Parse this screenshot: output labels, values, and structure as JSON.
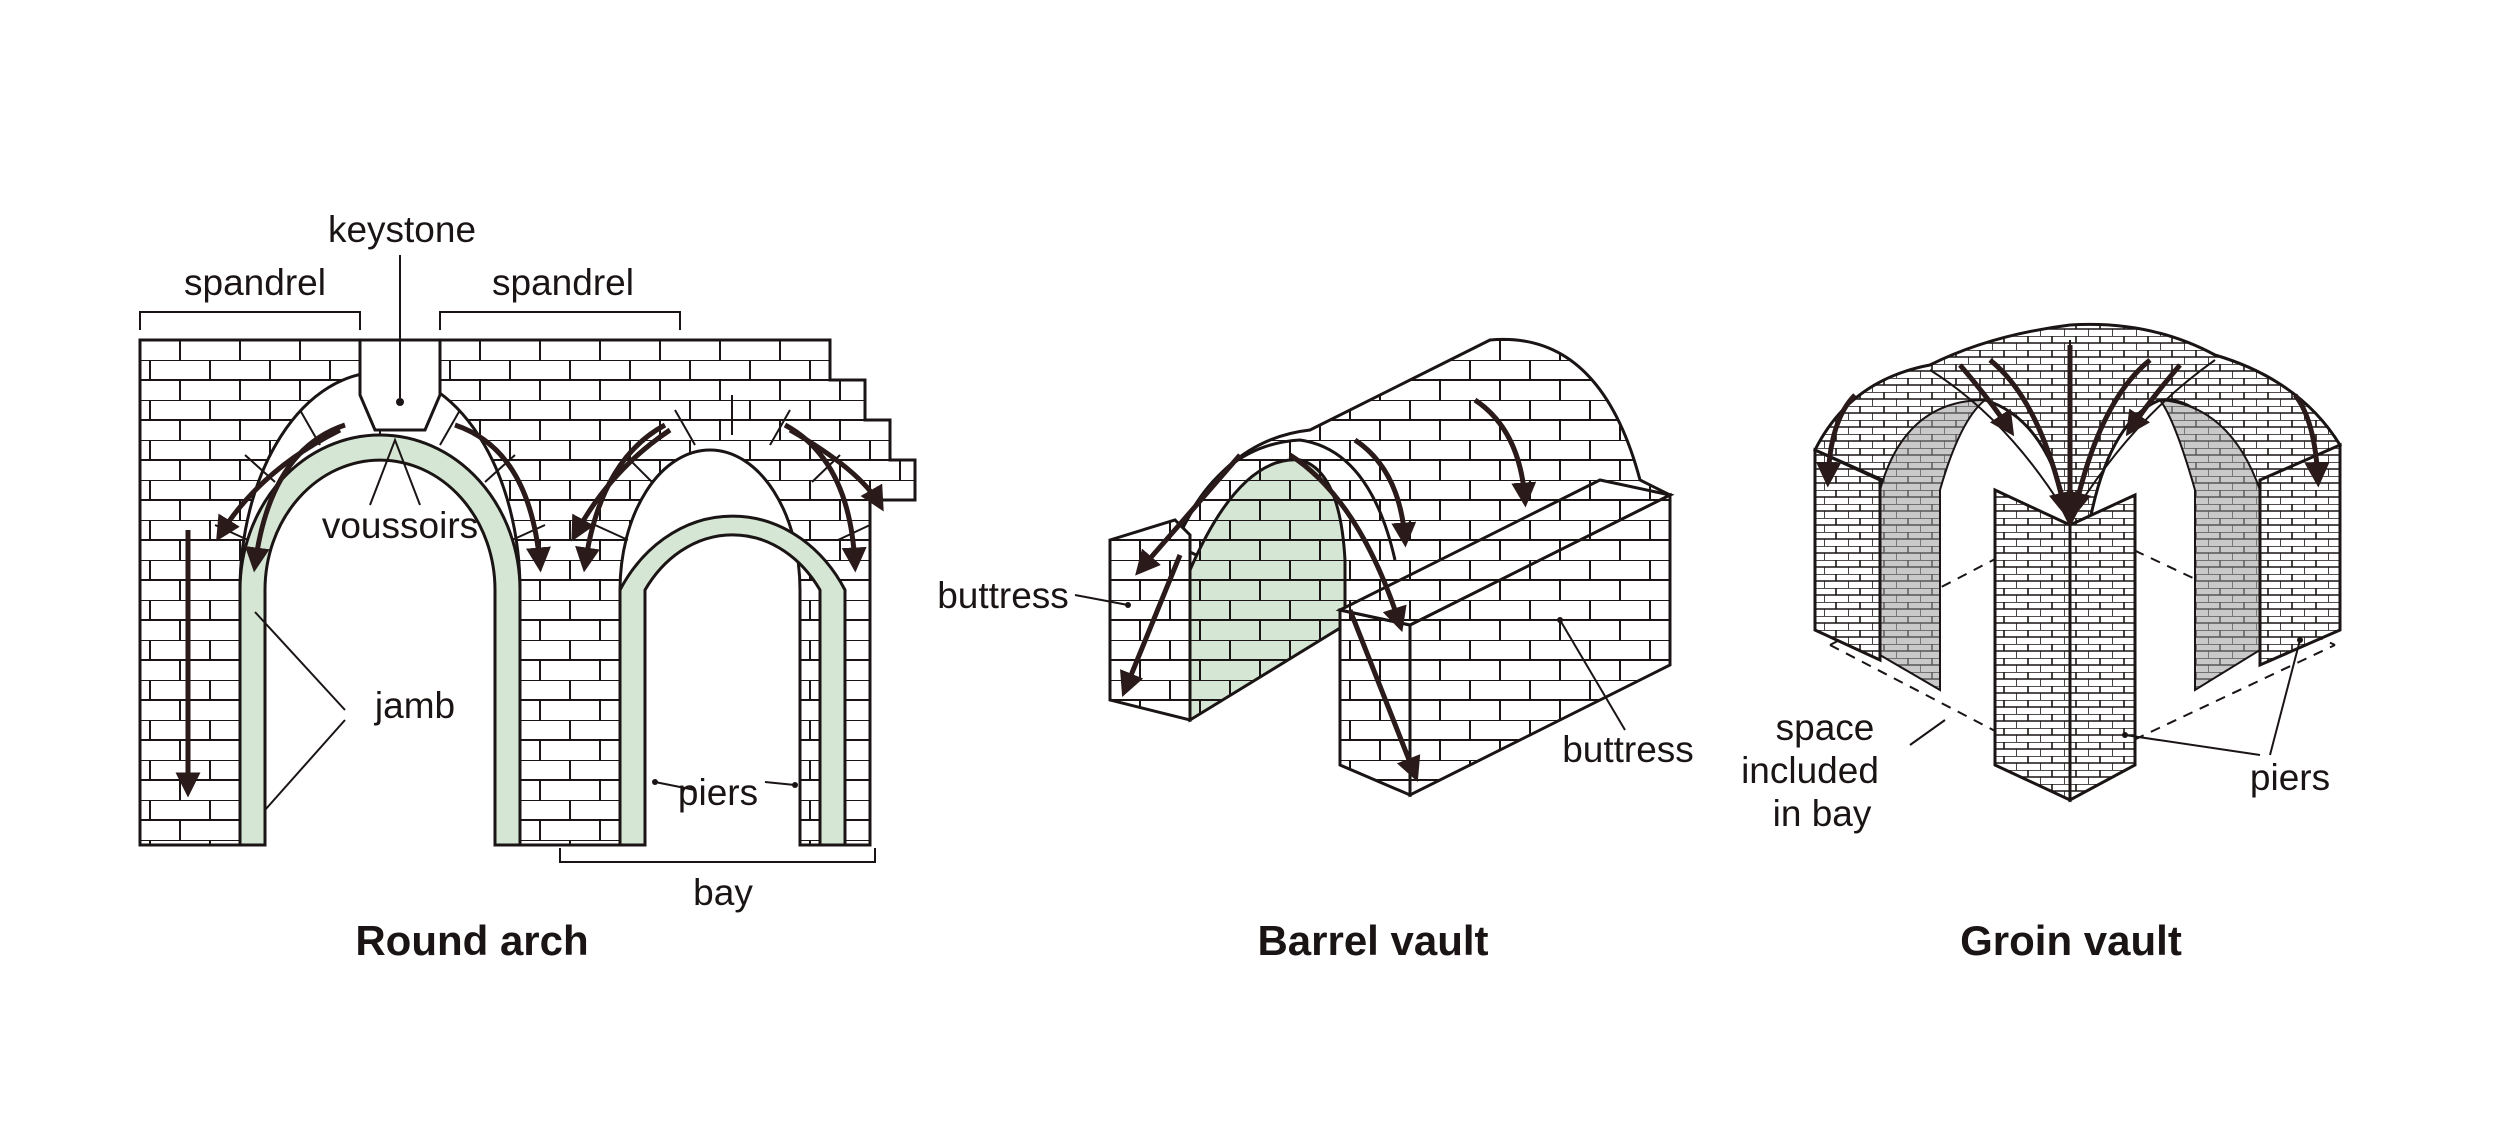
{
  "colors": {
    "ink": "#1a1414",
    "intrados": "#d6e6d4",
    "arrow": "#2a1a1a",
    "shade": "#bfbfbf"
  },
  "round_arch": {
    "title": "Round arch",
    "labels": {
      "keystone": "keystone",
      "spandrel_left": "spandrel",
      "spandrel_right": "spandrel",
      "voussoirs": "voussoirs",
      "jamb": "jamb",
      "piers": "piers",
      "bay": "bay"
    }
  },
  "barrel_vault": {
    "title": "Barrel vault",
    "labels": {
      "buttress_left": "buttress",
      "buttress_right": "buttress"
    }
  },
  "groin_vault": {
    "title": "Groin vault",
    "labels": {
      "space_line1": "space",
      "space_line2": "included",
      "space_line3": "in bay",
      "piers": "piers"
    }
  }
}
